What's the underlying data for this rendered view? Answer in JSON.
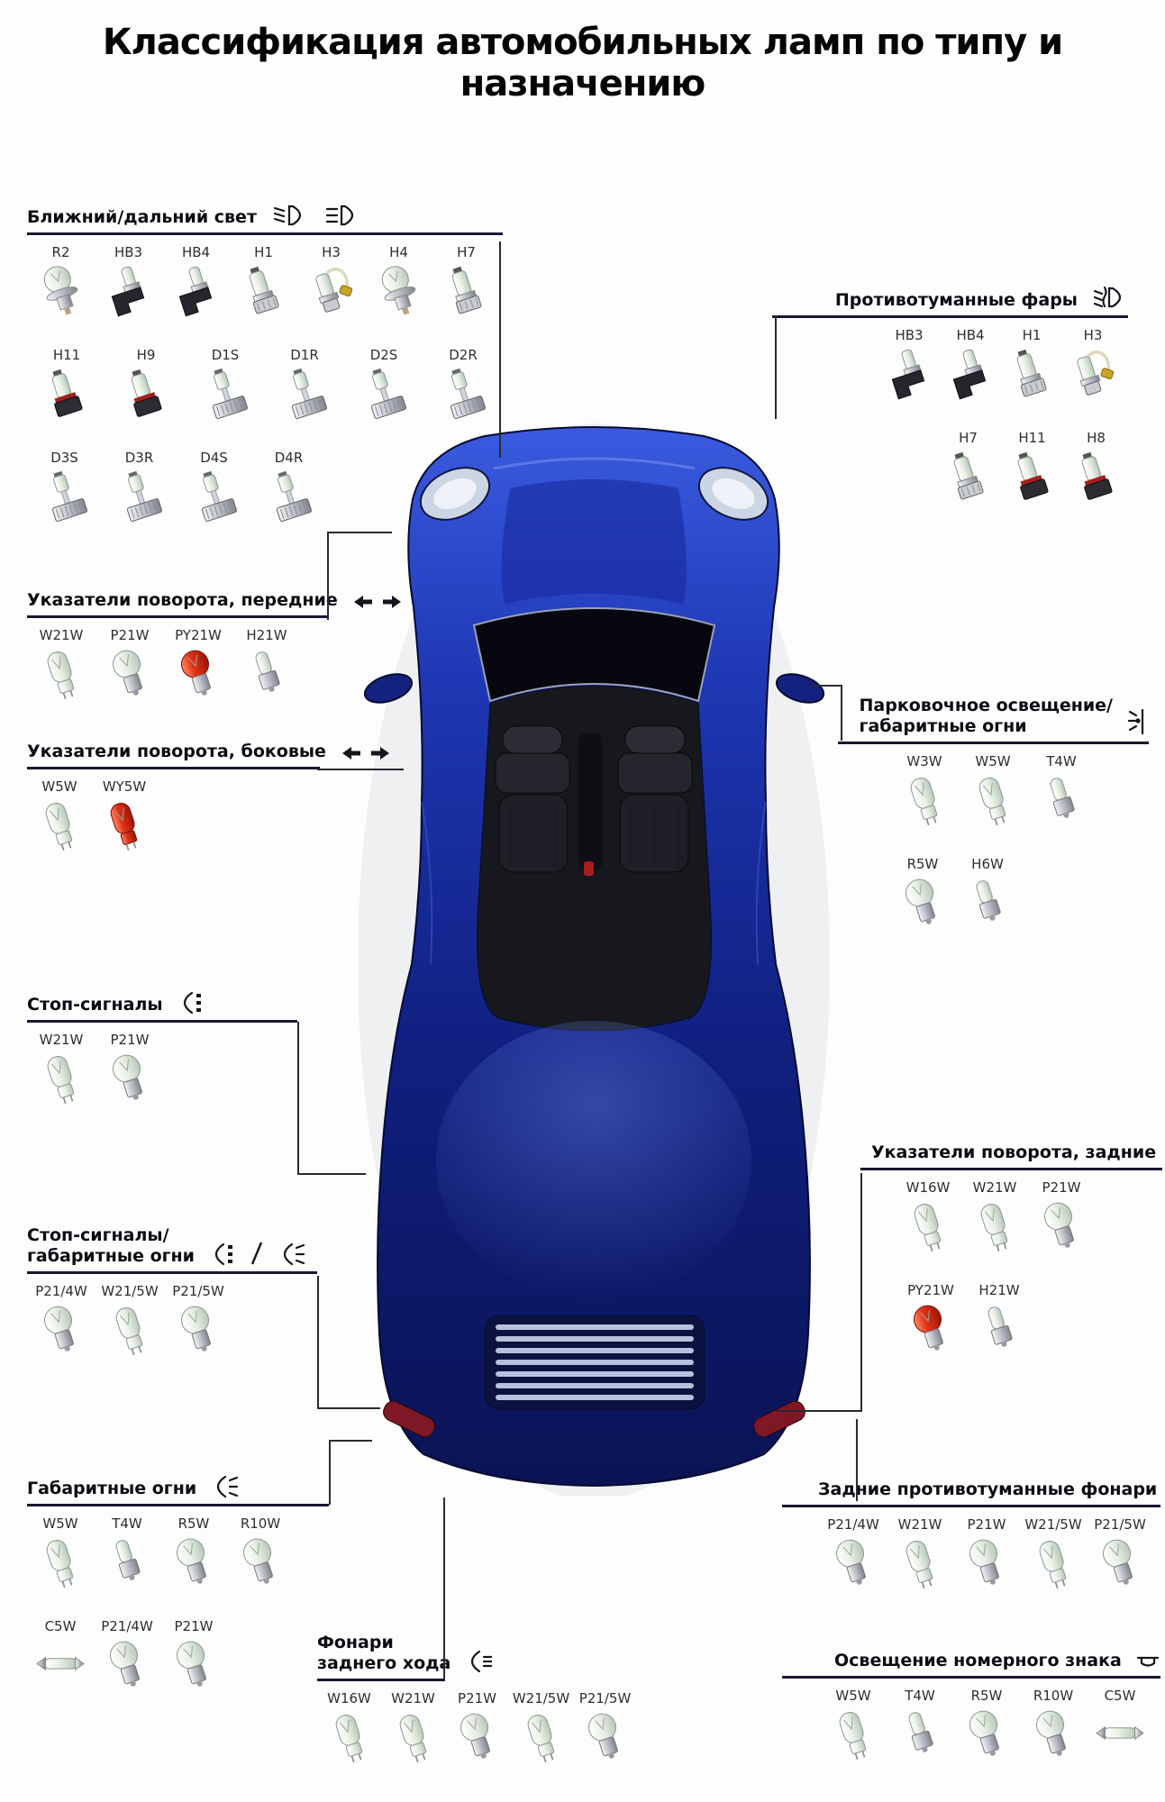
{
  "title": "Классификация автомобильных ламп по типу и назначению",
  "colors": {
    "red_bulb": "#d3210e",
    "car_body_blue": "#14277e",
    "header_underline": "#181830"
  },
  "car": {
    "description_name": "car-top-view"
  },
  "sections": [
    {
      "id": "low_high_beam",
      "title_lines": [
        "Ближний/дальний свет"
      ],
      "icons": [
        "low-beam-icon",
        "high-beam-icon"
      ],
      "rows": [
        [
          {
            "label": "R2",
            "shape": "r2",
            "color": "clear"
          },
          {
            "label": "HB3",
            "shape": "hb",
            "color": "clear"
          },
          {
            "label": "HB4",
            "shape": "hb",
            "color": "clear"
          },
          {
            "label": "H1",
            "shape": "halogen",
            "color": "clear"
          },
          {
            "label": "H3",
            "shape": "loop",
            "color": "clear"
          },
          {
            "label": "H4",
            "shape": "r2",
            "color": "clear"
          },
          {
            "label": "H7",
            "shape": "halogen",
            "color": "clear"
          }
        ],
        [
          {
            "label": "H11",
            "shape": "hblock",
            "color": "clear"
          },
          {
            "label": "H9",
            "shape": "hblock",
            "color": "clear"
          },
          {
            "label": "D1S",
            "shape": "hid",
            "color": "clear"
          },
          {
            "label": "D1R",
            "shape": "hid",
            "color": "clear"
          },
          {
            "label": "D2S",
            "shape": "hid",
            "color": "clear"
          },
          {
            "label": "D2R",
            "shape": "hid",
            "color": "clear"
          }
        ],
        [
          {
            "label": "D3S",
            "shape": "hid",
            "color": "clear"
          },
          {
            "label": "D3R",
            "shape": "hid",
            "color": "clear"
          },
          {
            "label": "D4S",
            "shape": "hid",
            "color": "clear"
          },
          {
            "label": "D4R",
            "shape": "hid",
            "color": "clear"
          }
        ]
      ]
    },
    {
      "id": "fog_front",
      "title_lines": [
        "Противотуманные фары"
      ],
      "icons": [
        "fog-icon"
      ],
      "rows": [
        [
          {
            "label": "HB3",
            "shape": "hb",
            "color": "clear"
          },
          {
            "label": "HB4",
            "shape": "hb",
            "color": "clear"
          },
          {
            "label": "H1",
            "shape": "halogen",
            "color": "clear"
          },
          {
            "label": "H3",
            "shape": "loop",
            "color": "clear"
          }
        ],
        [
          {
            "label": "H7",
            "shape": "halogen",
            "color": "clear"
          },
          {
            "label": "H11",
            "shape": "hblock",
            "color": "clear"
          },
          {
            "label": "H8",
            "shape": "hblock",
            "color": "clear"
          }
        ]
      ]
    },
    {
      "id": "turn_front",
      "title_lines": [
        "Указатели поворота, передние"
      ],
      "icons": [
        "turn-arrows-icon"
      ],
      "rows": [
        [
          {
            "label": "W21W",
            "shape": "wedge",
            "color": "clear"
          },
          {
            "label": "P21W",
            "shape": "ball",
            "color": "clear"
          },
          {
            "label": "PY21W",
            "shape": "ball",
            "color": "red"
          },
          {
            "label": "H21W",
            "shape": "tube",
            "color": "clear"
          }
        ]
      ]
    },
    {
      "id": "turn_side",
      "title_lines": [
        "Указатели поворота, боковые"
      ],
      "icons": [
        "turn-arrows-icon"
      ],
      "rows": [
        [
          {
            "label": "W5W",
            "shape": "wedge",
            "color": "clear"
          },
          {
            "label": "WY5W",
            "shape": "wedge",
            "color": "red"
          }
        ]
      ]
    },
    {
      "id": "parking",
      "title_lines": [
        "Парковочное освещение/",
        "габаритные огни"
      ],
      "icons": [
        "parking-light-icon"
      ],
      "rows": [
        [
          {
            "label": "W3W",
            "shape": "wedge",
            "color": "clear"
          },
          {
            "label": "W5W",
            "shape": "wedge",
            "color": "clear"
          },
          {
            "label": "T4W",
            "shape": "tube",
            "color": "clear"
          }
        ],
        [
          {
            "label": "R5W",
            "shape": "ball",
            "color": "clear"
          },
          {
            "label": "H6W",
            "shape": "tube",
            "color": "clear"
          }
        ]
      ]
    },
    {
      "id": "stop",
      "title_lines": [
        "Стоп-сигналы"
      ],
      "icons": [
        "stop-lamp-icon"
      ],
      "rows": [
        [
          {
            "label": "W21W",
            "shape": "wedge",
            "color": "clear"
          },
          {
            "label": "P21W",
            "shape": "ball",
            "color": "clear"
          }
        ]
      ]
    },
    {
      "id": "stop_marker",
      "title_lines": [
        "Стоп-сигналы/",
        "габаритные огни"
      ],
      "icons": [
        "stop-lamp-icon",
        "slash-separator",
        "marker-lamp-icon"
      ],
      "rows": [
        [
          {
            "label": "P21/4W",
            "shape": "ball",
            "color": "clear"
          },
          {
            "label": "W21/5W",
            "shape": "wedge",
            "color": "clear"
          },
          {
            "label": "P21/5W",
            "shape": "ball",
            "color": "clear"
          }
        ]
      ]
    },
    {
      "id": "turn_rear",
      "title_lines": [
        "Указатели поворота, задние"
      ],
      "icons": [
        "turn-arrows-icon"
      ],
      "rows": [
        [
          {
            "label": "W16W",
            "shape": "wedge",
            "color": "clear"
          },
          {
            "label": "W21W",
            "shape": "wedge",
            "color": "clear"
          },
          {
            "label": "P21W",
            "shape": "ball",
            "color": "clear"
          }
        ],
        [
          {
            "label": "PY21W",
            "shape": "ball",
            "color": "red"
          },
          {
            "label": "H21W",
            "shape": "tube",
            "color": "clear"
          }
        ]
      ]
    },
    {
      "id": "marker_rear",
      "title_lines": [
        "Габаритные огни"
      ],
      "icons": [
        "marker-lamp-icon"
      ],
      "rows": [
        [
          {
            "label": "W5W",
            "shape": "wedge",
            "color": "clear"
          },
          {
            "label": "T4W",
            "shape": "tube",
            "color": "clear"
          },
          {
            "label": "R5W",
            "shape": "ball",
            "color": "clear"
          },
          {
            "label": "R10W",
            "shape": "ball",
            "color": "clear"
          }
        ],
        [
          {
            "label": "C5W",
            "shape": "festoon",
            "color": "clear"
          },
          {
            "label": "P21/4W",
            "shape": "ball",
            "color": "clear"
          },
          {
            "label": "P21W",
            "shape": "ball",
            "color": "clear"
          }
        ]
      ]
    },
    {
      "id": "reverse",
      "title_lines": [
        "Фонари",
        "заднего хода"
      ],
      "icons": [
        "reverse-lamp-icon"
      ],
      "rows": [
        [
          {
            "label": "W16W",
            "shape": "wedge",
            "color": "clear"
          },
          {
            "label": "W21W",
            "shape": "wedge",
            "color": "clear"
          },
          {
            "label": "P21W",
            "shape": "ball",
            "color": "clear"
          },
          {
            "label": "W21/5W",
            "shape": "wedge",
            "color": "clear"
          },
          {
            "label": "P21/5W",
            "shape": "ball",
            "color": "clear"
          }
        ]
      ]
    },
    {
      "id": "fog_rear",
      "title_lines": [
        "Задние противотуманные фонари"
      ],
      "icons": [
        "rear-fog-icon"
      ],
      "rows": [
        [
          {
            "label": "P21/4W",
            "shape": "ball",
            "color": "clear"
          },
          {
            "label": "W21W",
            "shape": "wedge",
            "color": "clear"
          },
          {
            "label": "P21W",
            "shape": "ball",
            "color": "clear"
          },
          {
            "label": "W21/5W",
            "shape": "wedge",
            "color": "clear"
          },
          {
            "label": "P21/5W",
            "shape": "ball",
            "color": "clear"
          }
        ]
      ]
    },
    {
      "id": "plate",
      "title_lines": [
        "Освещение номерного знака"
      ],
      "icons": [
        "license-plate-icon",
        "license-plate-icon"
      ],
      "rows": [
        [
          {
            "label": "W5W",
            "shape": "wedge",
            "color": "clear"
          },
          {
            "label": "T4W",
            "shape": "tube",
            "color": "clear"
          },
          {
            "label": "R5W",
            "shape": "ball",
            "color": "clear"
          },
          {
            "label": "R10W",
            "shape": "ball",
            "color": "clear"
          },
          {
            "label": "C5W",
            "shape": "festoon",
            "color": "clear"
          }
        ]
      ]
    }
  ]
}
